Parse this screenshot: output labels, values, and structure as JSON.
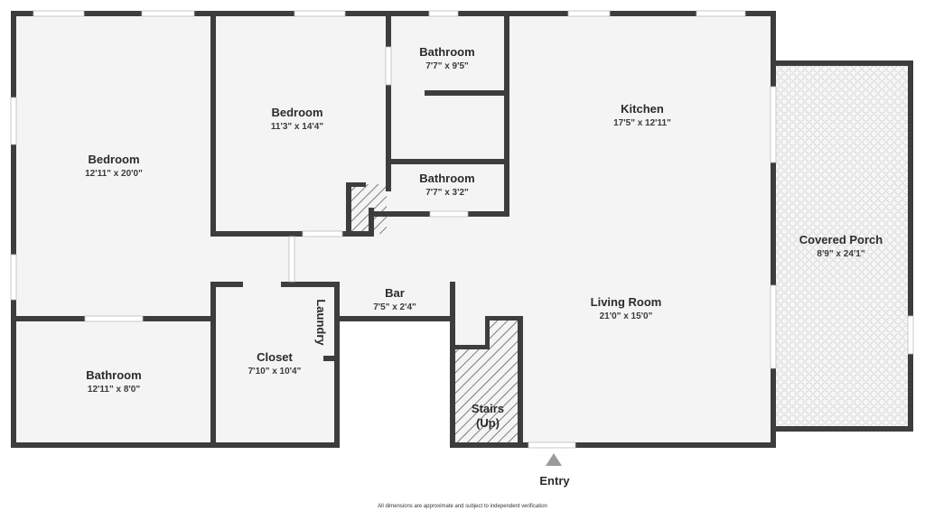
{
  "rooms": {
    "bedroom_left": {
      "name": "Bedroom",
      "dims": "12'11\" x 20'0\""
    },
    "bedroom_mid": {
      "name": "Bedroom",
      "dims": "11'3\" x 14'4\""
    },
    "bathroom_top": {
      "name": "Bathroom",
      "dims": "7'7\" x 9'5\""
    },
    "bathroom_small": {
      "name": "Bathroom",
      "dims": "7'7\" x 3'2\""
    },
    "kitchen": {
      "name": "Kitchen",
      "dims": "17'5\" x 12'11\""
    },
    "covered_porch": {
      "name": "Covered Porch",
      "dims": "8'9\" x 24'1\""
    },
    "bar": {
      "name": "Bar",
      "dims": "7'5\" x 2'4\""
    },
    "living_room": {
      "name": "Living Room",
      "dims": "21'0\" x 15'0\""
    },
    "bathroom_bottom": {
      "name": "Bathroom",
      "dims": "12'11\" x 8'0\""
    },
    "closet": {
      "name": "Closet",
      "dims": "7'10\" x 10'4\""
    },
    "laundry": {
      "name": "Laundry"
    },
    "stairs": {
      "name": "Stairs",
      "sub": "(Up)"
    }
  },
  "entry_label": "Entry",
  "footer_note": "All dimensions are approximate and subject to independent verification",
  "colors": {
    "wall": "#3d3d3d",
    "floor": "#f4f4f4",
    "hatch": "#555555",
    "porch_grid": "#cfcfcf"
  }
}
